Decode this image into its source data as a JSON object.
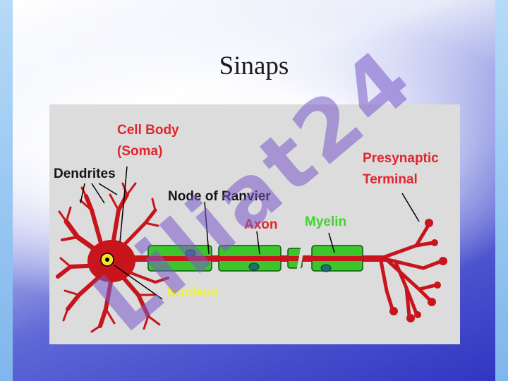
{
  "slide": {
    "title": "Sinaps",
    "watermark": "Liliat24"
  },
  "diagram": {
    "labels": {
      "cell_body": "Cell Body",
      "soma": "(Soma)",
      "dendrites": "Dendrites",
      "node_of_ranvier": "Node of Ranvier",
      "axon": "Axon",
      "myelin": "Myelin",
      "presynaptic": "Presynaptic",
      "terminal": "Terminal",
      "nucleus": "Nucleus"
    },
    "colors": {
      "neuron": "#c8141c",
      "myelin": "#3dc62b",
      "nucleus": "#f3e62a",
      "panel": "#dcdcdc"
    }
  }
}
